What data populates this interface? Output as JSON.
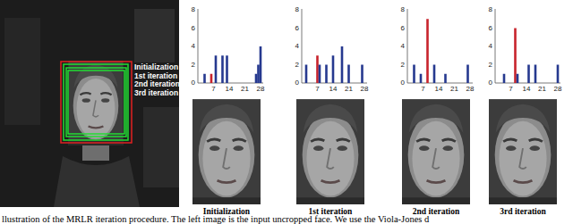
{
  "diagram": {
    "caption": "llustration of the MRLR iteration procedure. The left image is the input uncropped face. We use the Viola-Jones d",
    "labels": [
      "Initialization",
      "1st iteration",
      "2nd iteration",
      "3rd iteration",
      "0",
      "2",
      "4",
      "6",
      "8",
      "7",
      "14",
      "21",
      "28",
      "0",
      "2",
      "4",
      "6",
      "8",
      "7",
      "14",
      "21",
      "28",
      "0",
      "2",
      "4",
      "6",
      "8",
      "7",
      "14",
      "21",
      "28",
      "0",
      "2",
      "4",
      "6",
      "8",
      "7",
      "14",
      "21",
      "28",
      "Initialization",
      "1st iteration",
      "2nd iteration",
      "3rd iteration"
    ]
  }
}
